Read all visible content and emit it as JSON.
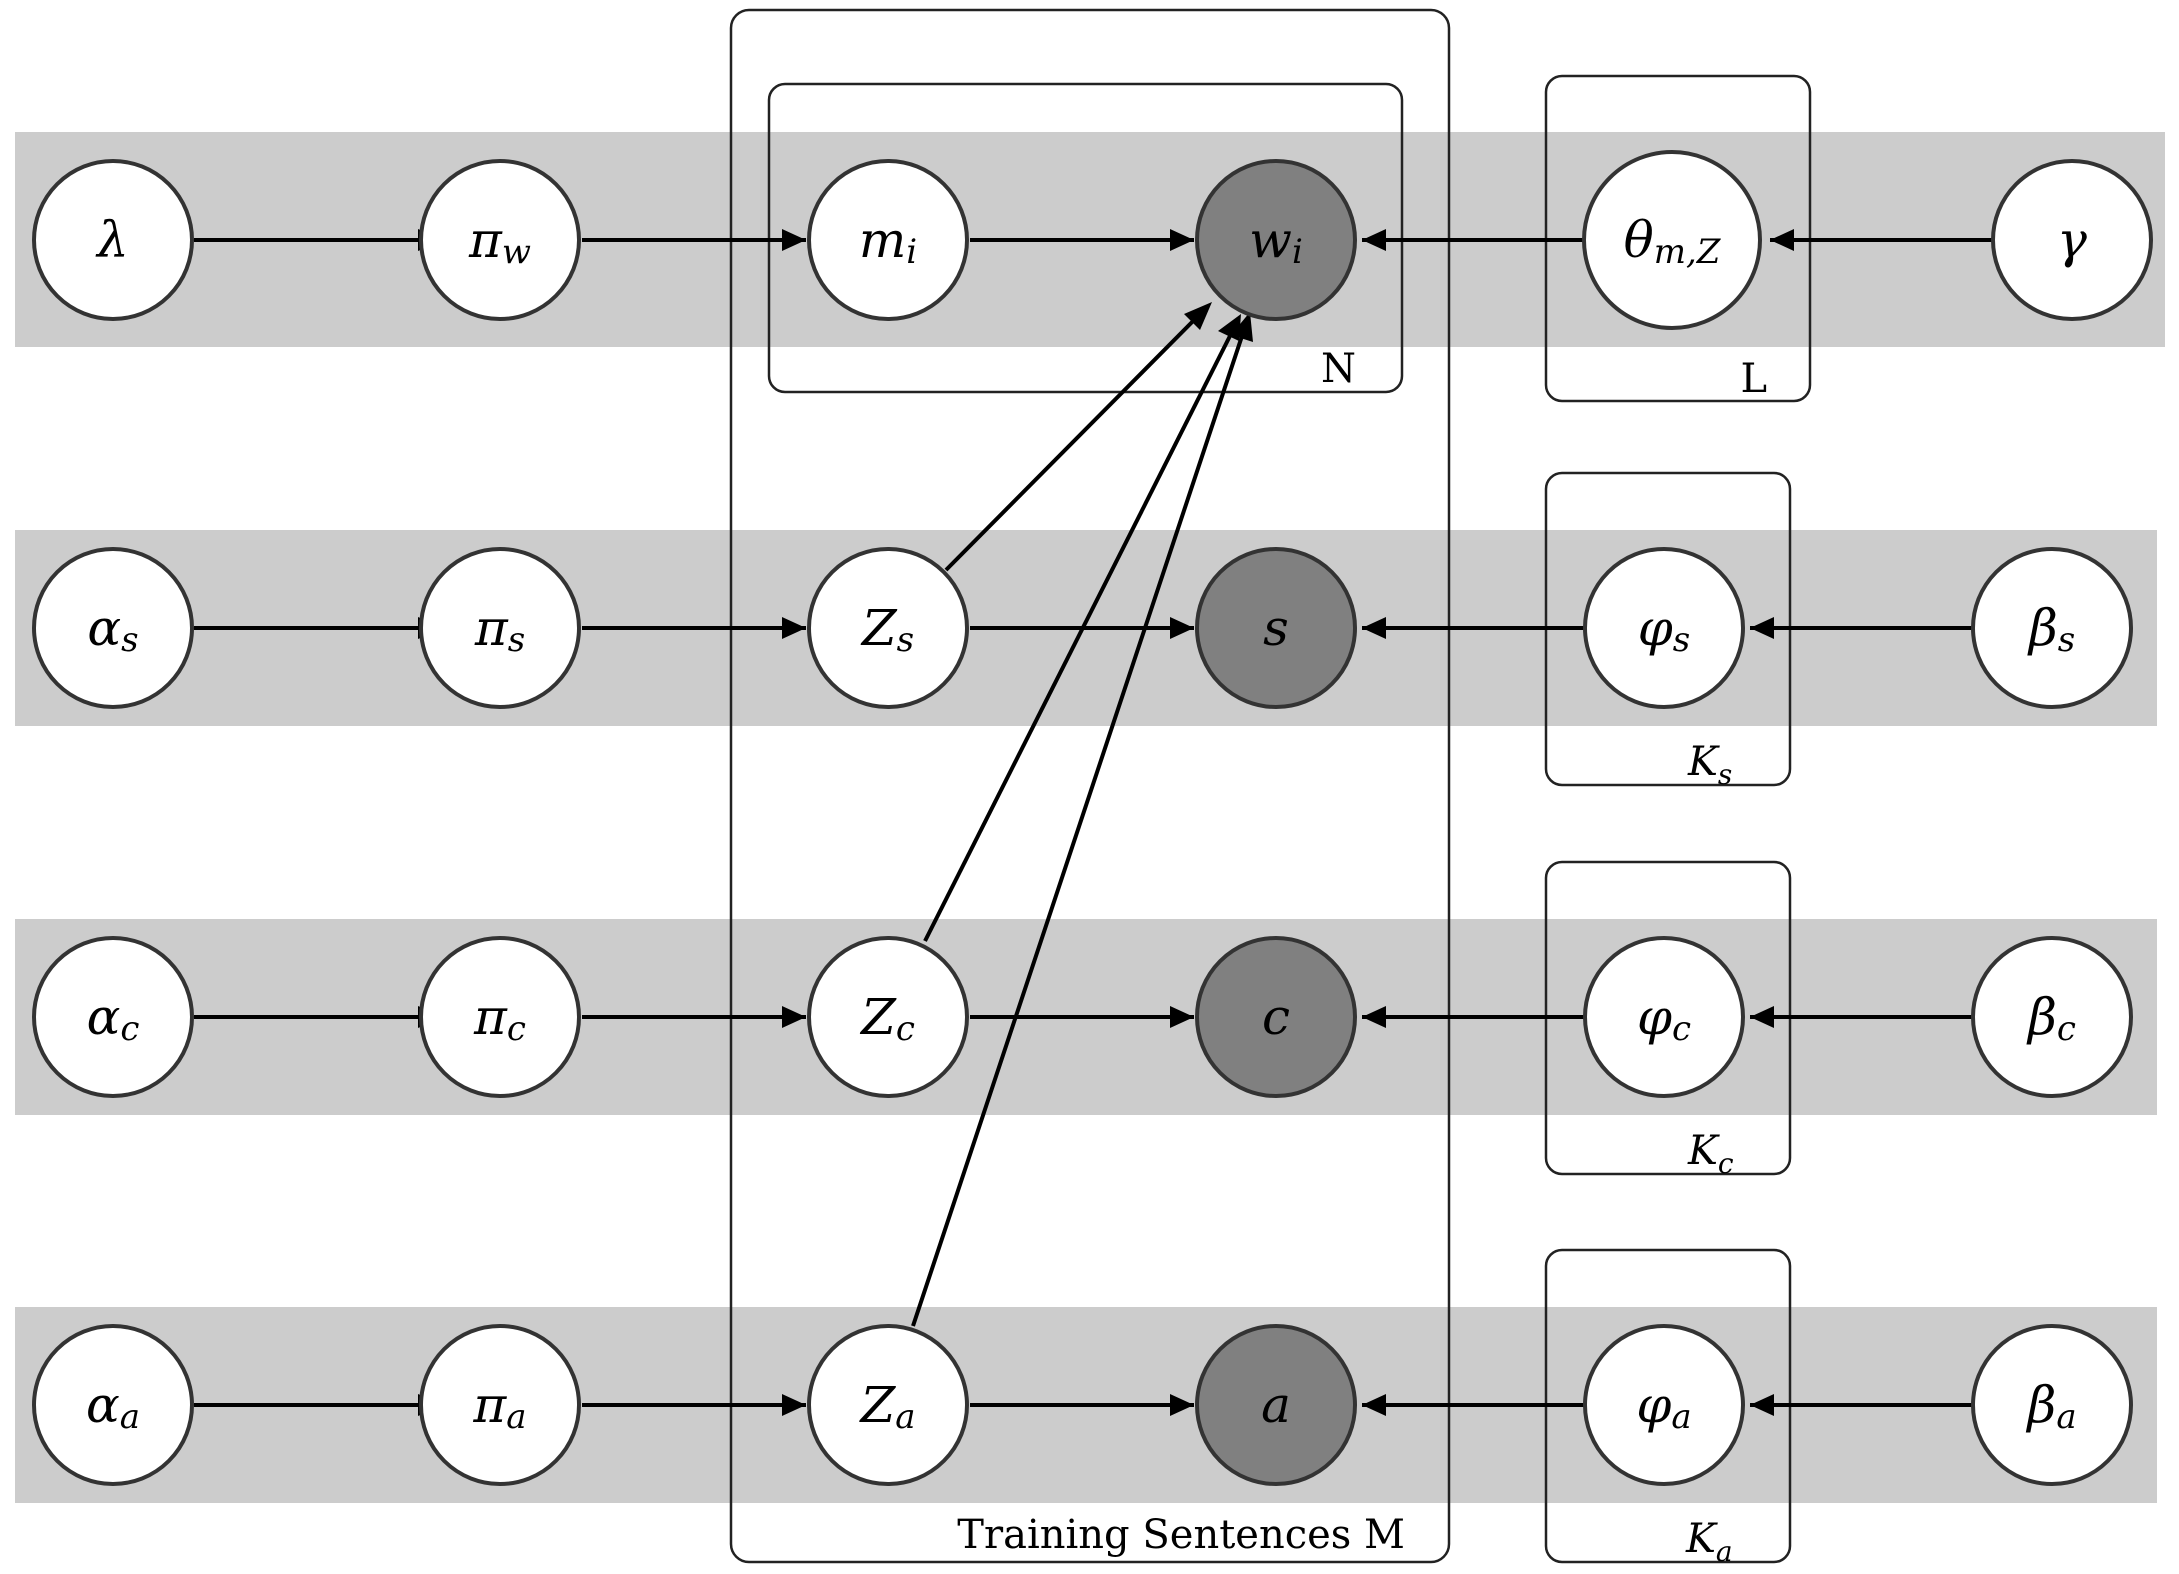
{
  "nodes": {
    "lambda": {
      "main": "λ",
      "sub": ""
    },
    "pi_w": {
      "main": "π",
      "sub": "w"
    },
    "m_i": {
      "main": "m",
      "sub": "i"
    },
    "w_i": {
      "main": "w",
      "sub": "i"
    },
    "theta": {
      "main": "θ",
      "sub": "m,Z"
    },
    "gamma": {
      "main": "γ",
      "sub": ""
    },
    "alpha_s": {
      "main": "α",
      "sub": "s"
    },
    "pi_s": {
      "main": "π",
      "sub": "s"
    },
    "Z_s": {
      "main": "Z",
      "sub": "s"
    },
    "s": {
      "main": "s",
      "sub": ""
    },
    "phi_s": {
      "main": "φ",
      "sub": "s"
    },
    "beta_s": {
      "main": "β",
      "sub": "s"
    },
    "alpha_c": {
      "main": "α",
      "sub": "c"
    },
    "pi_c": {
      "main": "π",
      "sub": "c"
    },
    "Z_c": {
      "main": "Z",
      "sub": "c"
    },
    "c": {
      "main": "c",
      "sub": ""
    },
    "phi_c": {
      "main": "φ",
      "sub": "c"
    },
    "beta_c": {
      "main": "β",
      "sub": "c"
    },
    "alpha_a": {
      "main": "α",
      "sub": "a"
    },
    "pi_a": {
      "main": "π",
      "sub": "a"
    },
    "Z_a": {
      "main": "Z",
      "sub": "a"
    },
    "a": {
      "main": "a",
      "sub": ""
    },
    "phi_a": {
      "main": "φ",
      "sub": "a"
    },
    "beta_a": {
      "main": "β",
      "sub": "a"
    }
  },
  "plates": {
    "training": {
      "main": "Training Sentences M",
      "sub": ""
    },
    "words": {
      "main": "N",
      "sub": ""
    },
    "lexicon": {
      "main": "L",
      "sub": ""
    },
    "k_s": {
      "main": "K",
      "sub": "s"
    },
    "k_c": {
      "main": "K",
      "sub": "c"
    },
    "k_a": {
      "main": "K",
      "sub": "a"
    }
  },
  "colors": {
    "band": "#cccccc",
    "observed_node": "#808080",
    "latent_node": "#ffffff"
  }
}
